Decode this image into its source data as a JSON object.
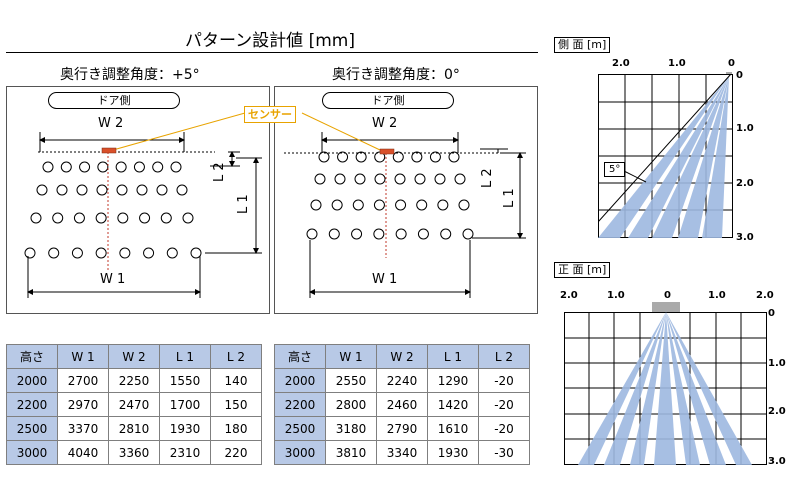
{
  "title": "パターン設計値 [mm]",
  "left_panel": {
    "subtitle": "奥行き調整角度：+5°",
    "door_label": "ドア側",
    "w1": "W 1",
    "w2": "W 2",
    "l1": "L 1",
    "l2": "L 2"
  },
  "right_panel": {
    "subtitle": "奥行き調整角度：0°",
    "door_label": "ドア側",
    "w1": "W 1",
    "w2": "W 2",
    "l1": "L 1",
    "l2": "L 2"
  },
  "sensor_label": "センサー",
  "table_left": {
    "headers": [
      "高さ",
      "W 1",
      "W 2",
      "L 1",
      "L 2"
    ],
    "rows": [
      [
        "2000",
        "2700",
        "2250",
        "1550",
        "140"
      ],
      [
        "2200",
        "2970",
        "2470",
        "1700",
        "150"
      ],
      [
        "2500",
        "3370",
        "2810",
        "1930",
        "180"
      ],
      [
        "3000",
        "4040",
        "3360",
        "2310",
        "220"
      ]
    ]
  },
  "table_right": {
    "headers": [
      "高さ",
      "W 1",
      "W 2",
      "L 1",
      "L 2"
    ],
    "rows": [
      [
        "2000",
        "2550",
        "2240",
        "1290",
        "-20"
      ],
      [
        "2200",
        "2800",
        "2460",
        "1420",
        "-20"
      ],
      [
        "2500",
        "3180",
        "2790",
        "1610",
        "-20"
      ],
      [
        "3000",
        "3810",
        "3340",
        "1930",
        "-30"
      ]
    ]
  },
  "side_view": {
    "title": "側 面 [m]",
    "x_ticks": [
      "2.0",
      "1.0",
      "0"
    ],
    "y_ticks": [
      "0",
      "1.0",
      "2.0",
      "3.0"
    ],
    "angle_label": "5°"
  },
  "front_view": {
    "title": "正 面 [m]",
    "x_ticks": [
      "2.0",
      "1.0",
      "0",
      "1.0",
      "2.0"
    ],
    "y_ticks": [
      "0",
      "1.0",
      "2.0",
      "3.0"
    ]
  },
  "colors": {
    "beam": "#9db8e0",
    "header_fill": "#b8c9e6",
    "sensor": "#e8a300",
    "sensor_body": "#d9502a",
    "centerline": "#c0392b"
  }
}
